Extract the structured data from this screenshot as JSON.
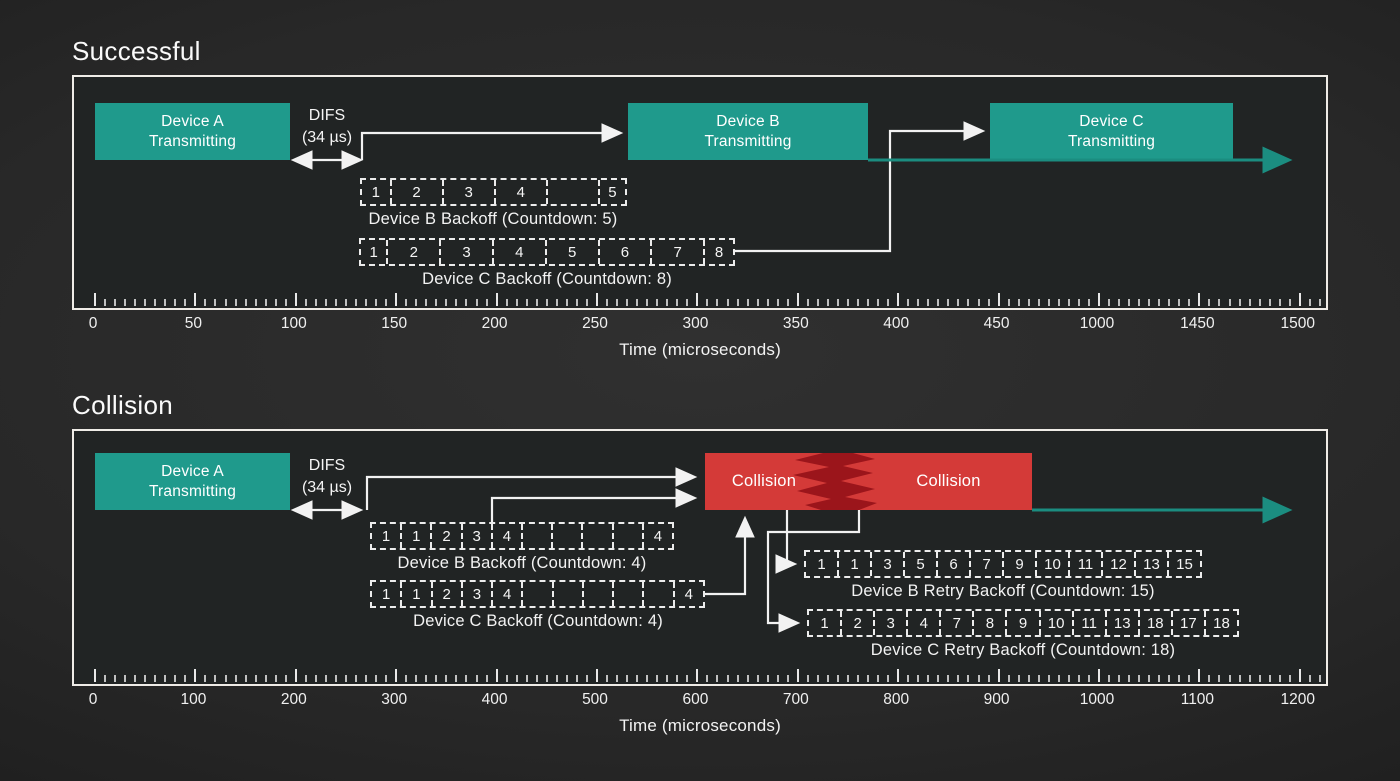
{
  "colors": {
    "teal": "#1f9a8c",
    "teal_line": "#1b8d80",
    "red": "#d43a38",
    "red_dark": "#9b151b",
    "line": "#f2f2f2"
  },
  "charts": [
    {
      "title": "Successful",
      "difs": {
        "line1": "DIFS",
        "line2": "(34 µs)"
      },
      "boxes": [
        {
          "line1": "Device A",
          "line2": "Transmitting"
        },
        {
          "line1": "Device B",
          "line2": "Transmitting"
        },
        {
          "line1": "Device C",
          "line2": "Transmitting"
        }
      ],
      "rows": [
        {
          "label": "Device B Backoff (Countdown: 5)",
          "cells": [
            {
              "v": "1",
              "w": 0.55
            },
            {
              "v": "2"
            },
            {
              "v": "3"
            },
            {
              "v": "4"
            },
            {
              "v": ""
            },
            {
              "v": "5",
              "w": 0.5
            }
          ]
        },
        {
          "label": "Device C Backoff (Countdown: 8)",
          "cells": [
            {
              "v": "1",
              "w": 0.5
            },
            {
              "v": "2"
            },
            {
              "v": "3"
            },
            {
              "v": "4"
            },
            {
              "v": "5"
            },
            {
              "v": "6"
            },
            {
              "v": "7"
            },
            {
              "v": "8",
              "w": 0.55
            }
          ]
        }
      ],
      "axis": {
        "labels": [
          "0",
          "50",
          "100",
          "150",
          "200",
          "250",
          "300",
          "350",
          "400",
          "450",
          "1000",
          "1450",
          "1500"
        ],
        "title": "Time (microseconds)"
      }
    },
    {
      "title": "Collision",
      "difs": {
        "line1": "DIFS",
        "line2": "(34 µs)"
      },
      "boxes": [
        {
          "line1": "Device A",
          "line2": "Transmitting"
        }
      ],
      "collision": {
        "left": "Collision",
        "right": "Collision"
      },
      "rows": [
        {
          "label": "Device B Backoff (Countdown: 4)",
          "cells": [
            {
              "v": "1"
            },
            {
              "v": "1"
            },
            {
              "v": "2"
            },
            {
              "v": "3"
            },
            {
              "v": "4"
            },
            {
              "v": ""
            },
            {
              "v": ""
            },
            {
              "v": ""
            },
            {
              "v": ""
            },
            {
              "v": "4"
            }
          ]
        },
        {
          "label": "Device C Backoff (Countdown: 4)",
          "cells": [
            {
              "v": "1"
            },
            {
              "v": "1"
            },
            {
              "v": "2"
            },
            {
              "v": "3"
            },
            {
              "v": "4"
            },
            {
              "v": ""
            },
            {
              "v": ""
            },
            {
              "v": ""
            },
            {
              "v": ""
            },
            {
              "v": ""
            },
            {
              "v": "4"
            }
          ]
        },
        {
          "label": "Device B Retry Backoff (Countdown: 15)",
          "cells": [
            {
              "v": "1"
            },
            {
              "v": "1"
            },
            {
              "v": "3"
            },
            {
              "v": "5"
            },
            {
              "v": "6"
            },
            {
              "v": "7"
            },
            {
              "v": "9"
            },
            {
              "v": "10"
            },
            {
              "v": "11"
            },
            {
              "v": "12"
            },
            {
              "v": "13"
            },
            {
              "v": "15"
            }
          ]
        },
        {
          "label": "Device C Retry Backoff (Countdown: 18)",
          "cells": [
            {
              "v": "1"
            },
            {
              "v": "2"
            },
            {
              "v": "3"
            },
            {
              "v": "4"
            },
            {
              "v": "7"
            },
            {
              "v": "8"
            },
            {
              "v": "9"
            },
            {
              "v": "10"
            },
            {
              "v": "11"
            },
            {
              "v": "13"
            },
            {
              "v": "18"
            },
            {
              "v": "17"
            },
            {
              "v": "18"
            }
          ]
        }
      ],
      "axis": {
        "labels": [
          "0",
          "100",
          "200",
          "300",
          "400",
          "500",
          "600",
          "700",
          "800",
          "900",
          "1000",
          "1100",
          "1200"
        ],
        "title": "Time (microseconds)"
      }
    }
  ]
}
